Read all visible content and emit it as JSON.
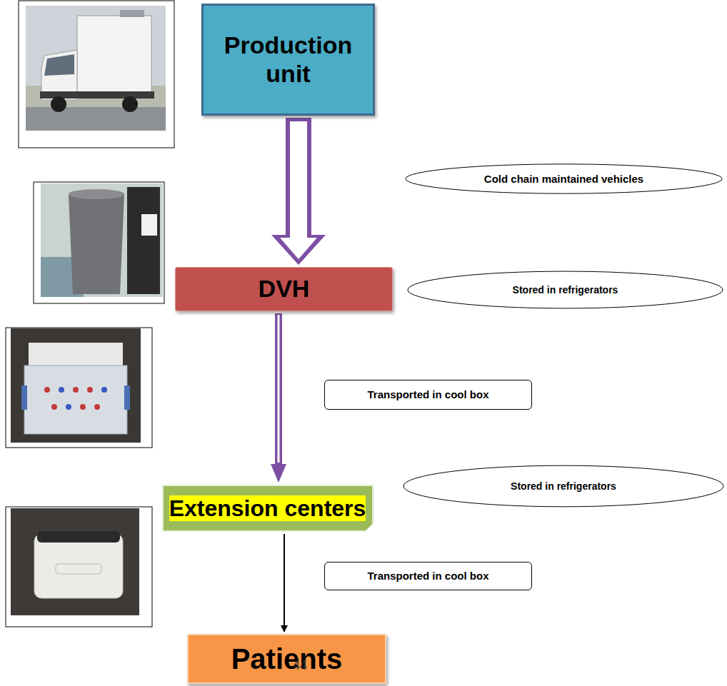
{
  "diagram": {
    "nodes": [
      {
        "text": [
          "Production unit"
        ]
      },
      {
        "text": [
          "Cold chain maintained vehicles"
        ]
      },
      {
        "text": [
          "DVH"
        ]
      },
      {
        "text": [
          "Stored in refrigerators"
        ]
      },
      {
        "text": [
          "Transported in cool box"
        ]
      },
      {
        "text": [
          "Extension centers"
        ]
      },
      {
        "text": [
          "Stored in refrigerators"
        ]
      },
      {
        "text": [
          "Transported in cool box"
        ]
      },
      {
        "text": [
          "Patients"
        ]
      }
    ],
    "edges": [
      {
        "from": 0,
        "to": 2,
        "arrow": "to"
      },
      {
        "from": 2,
        "to": 5,
        "arrow": "to"
      },
      {
        "from": 5,
        "to": 8,
        "arrow": "to"
      }
    ],
    "labels": [
      "44"
    ]
  }
}
